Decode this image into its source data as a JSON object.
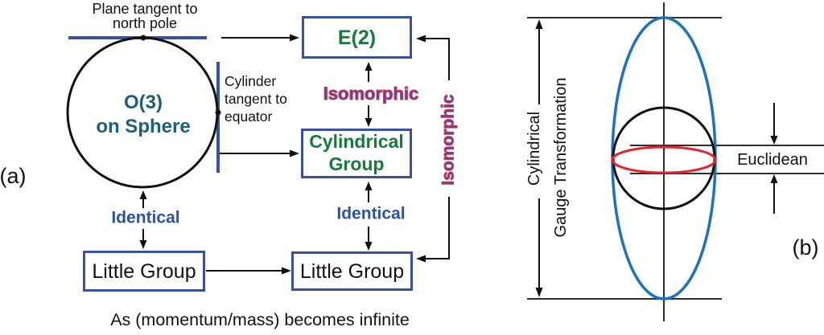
{
  "panel_a": {
    "label": "(a)",
    "plane_tangent_label": "Plane tangent to\nnorth pole",
    "cylinder_tangent_label": "Cylinder\ntangent to\nequator",
    "sphere_label": "O(3)\non Sphere",
    "boxes": {
      "e2": "E(2)",
      "cylindrical_group": "Cylindrical\nGroup",
      "little_group_left": "Little Group",
      "little_group_right": "Little Group"
    },
    "relations": {
      "isomorphic_middle": "Isomorphic",
      "isomorphic_right": "Isomorphic",
      "identical_left": "Identical",
      "identical_right": "Identical"
    },
    "caption": "As (momentum/mass) becomes infinite"
  },
  "panel_b": {
    "label": "(b)",
    "gauge_label_line1": "Cylindrical",
    "gauge_label_line2": "Gauge Transformation",
    "euclidean_label": "Euclidean"
  },
  "colors": {
    "box_blue": "#3a50a5",
    "identical_blue": "#2e4fb0",
    "sphere_teal": "#1f5f78",
    "group_green": "#177a3d",
    "isomorphic_purple": "#6b4099",
    "isomorphic_edge": "#c23a55",
    "ellipse_blue": "#1b72c0",
    "ellipse_red": "#e8212e",
    "line_dark": "#2e2e2e",
    "arrow_black": "#111111"
  }
}
